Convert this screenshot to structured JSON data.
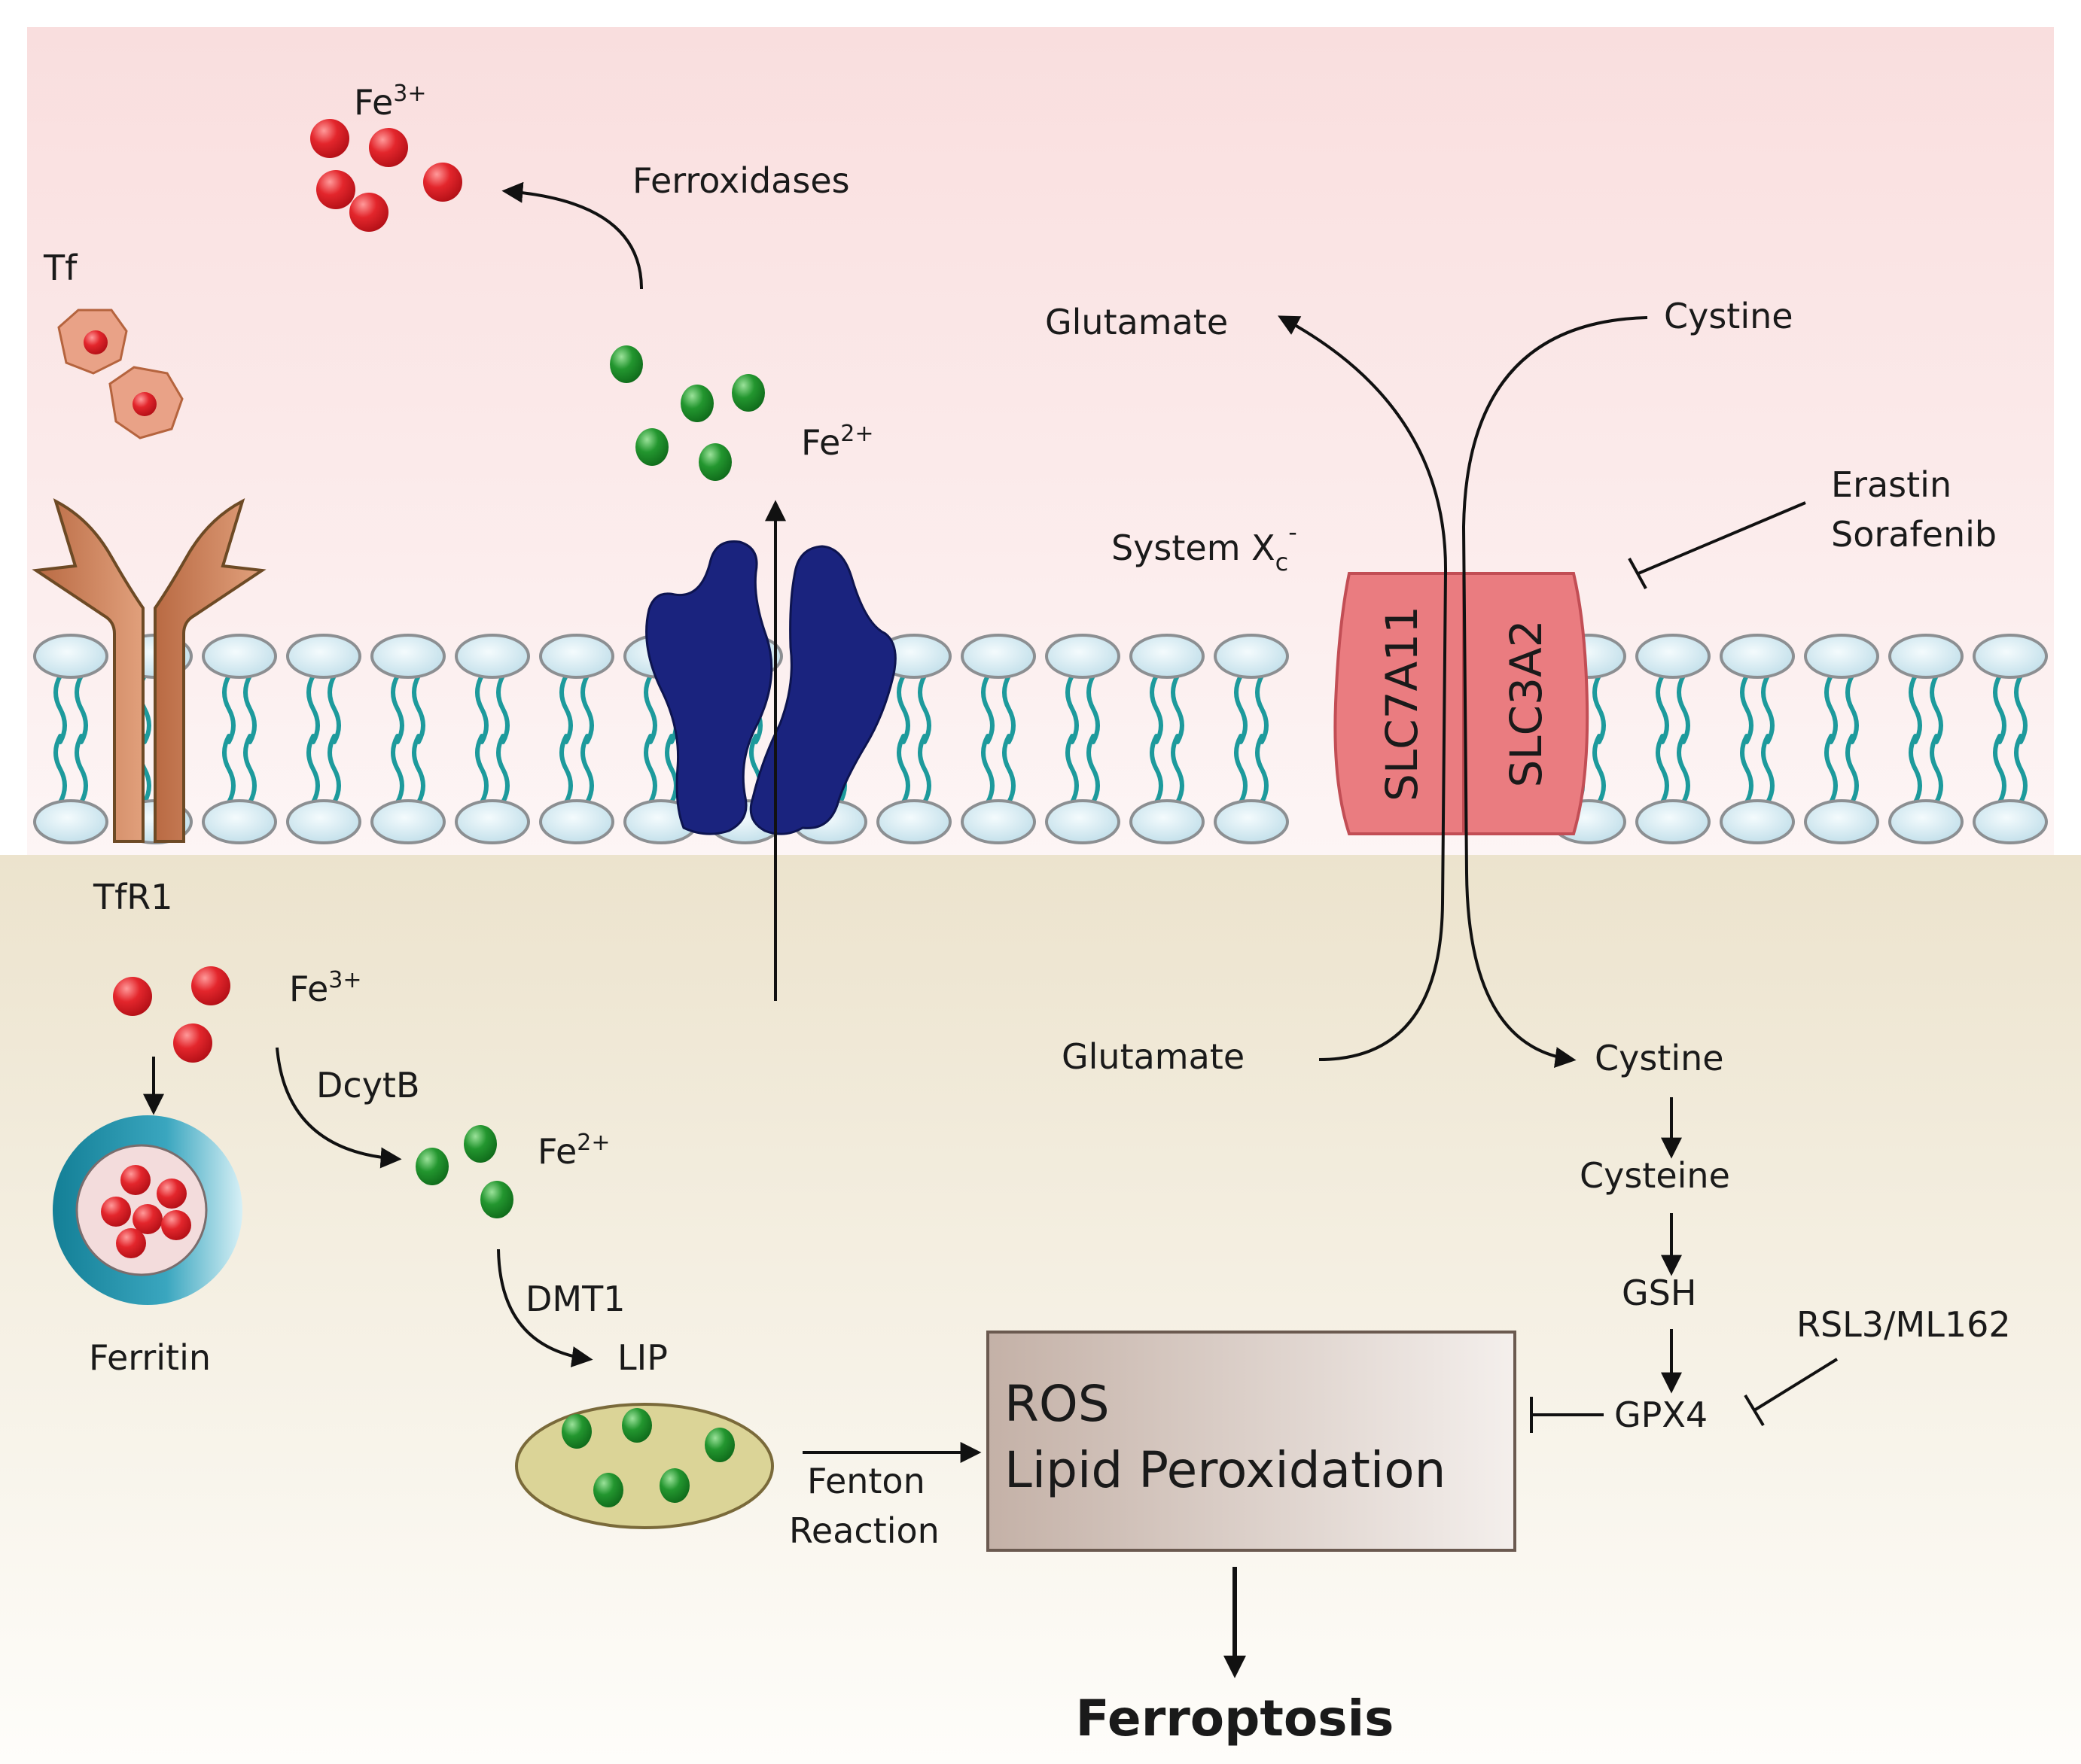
{
  "labels": {
    "tf": "Tf",
    "tfr1": "TfR1",
    "fe3_top": {
      "base": "Fe",
      "sup": "3+"
    },
    "fe2_top": {
      "base": "Fe",
      "sup": "2+"
    },
    "ferroxidases": "Ferroxidases",
    "glutamate_out": "Glutamate",
    "cystine_out": "Cystine",
    "system_xc": {
      "base": "System X",
      "sub": "c",
      "sup": "-"
    },
    "erastin": "Erastin",
    "sorafenib": "Sorafenib",
    "slc7a11": "SLC7A11",
    "slc3a2": "SLC3A2",
    "fe3_in": {
      "base": "Fe",
      "sup": "3+"
    },
    "dcytb": "DcytB",
    "fe2_in": {
      "base": "Fe",
      "sup": "2+"
    },
    "ferritin": "Ferritin",
    "dmt1": "DMT1",
    "lip": "LIP",
    "fenton_1": "Fenton",
    "fenton_2": "Reaction",
    "glutamate_in": "Glutamate",
    "cystine_in": "Cystine",
    "cysteine": "Cysteine",
    "gsh": "GSH",
    "gpx4": "GPX4",
    "rsl3": "RSL3/ML162",
    "ros": "ROS",
    "lipid_perox": "Lipid Peroxidation",
    "ferroptosis": "Ferroptosis"
  },
  "colors": {
    "extracellular_top": "#f9dede",
    "cytoplasm": "#ece3cd",
    "fe3": "#e0242a",
    "fe2": "#22912f",
    "transferrin": "#e9a287",
    "tfr1": "#c97d55",
    "ferroportin": "#1a237e",
    "system_xc": "#ea7c80",
    "lipid_head": "#d7ecf4",
    "lipid_tail": "#1d9a9c",
    "ferritin_shell": "#1f93ad",
    "lip_pool": "#dbd497",
    "ros_box": "#cdbcb3"
  }
}
